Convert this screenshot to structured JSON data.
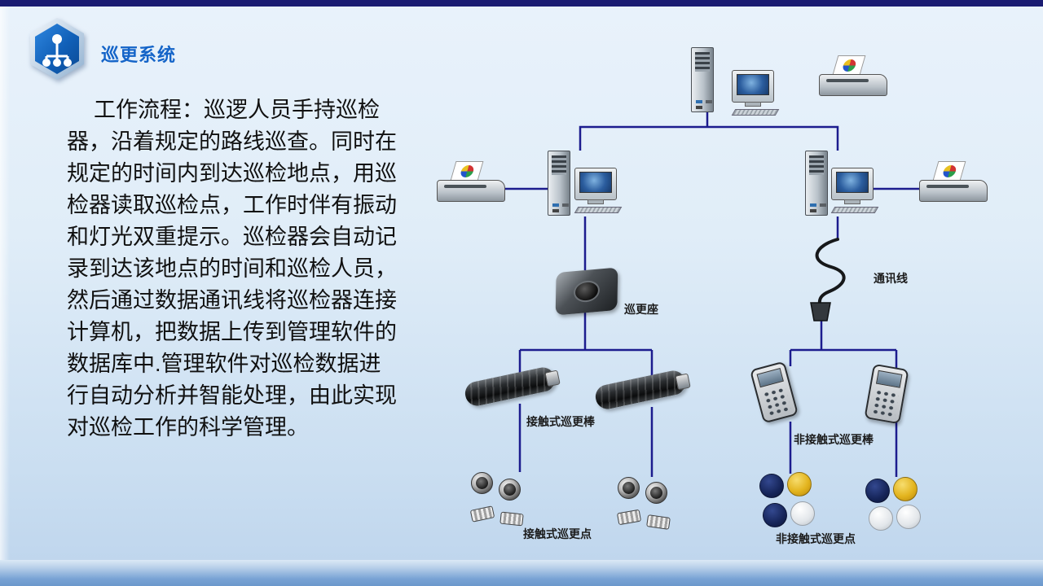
{
  "slide": {
    "title": "巡更系统",
    "body_paragraph": "工作流程：巡逻人员手持巡检器，沿着规定的路线巡查。同时在规定的时间内到达巡检地点，用巡检器读取巡检点，工作时伴有振动和灯光双重提示。巡检器会自动记录到达该地点的时间和巡检人员，然后通过数据通讯线将巡检器连接计算机，把数据上传到管理软件的数据库中.管理软件对巡检数据进行自动分析并智能处理，由此实现对巡检工作的科学管理。"
  },
  "diagram": {
    "labels": {
      "dock": "巡更座",
      "cable": "通讯线",
      "contact_wand": "接触式巡更棒",
      "noncontact_wand": "非接触式巡更棒",
      "contact_point": "接触式巡更点",
      "noncontact_point": "非接触式巡更点"
    },
    "colors": {
      "wire": "#1c1c8e",
      "point_navy": "#152458",
      "point_yellow": "#e3b41e",
      "point_white": "#eef1f4"
    }
  },
  "theme": {
    "title_color": "#1464c8",
    "top_bar_color": "#1a1c72",
    "background_top": "#e9f2fb",
    "background_bottom": "#bdd4ec"
  }
}
